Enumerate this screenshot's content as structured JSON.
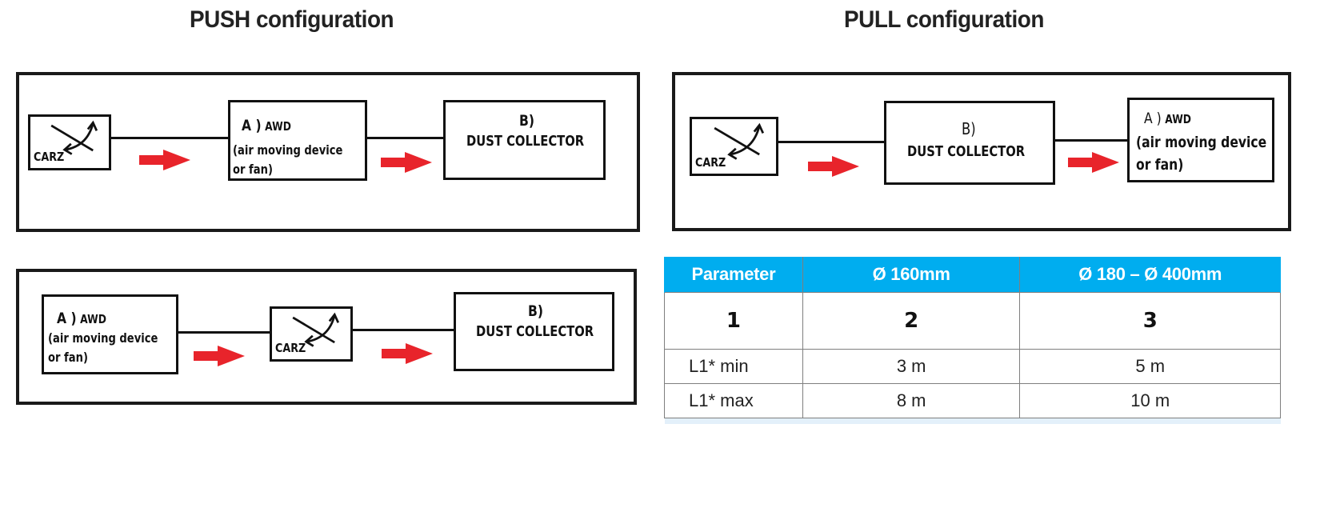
{
  "push": {
    "title": "PUSH configuration",
    "diagram1": {
      "carz": "CARZ",
      "awd": {
        "prefix": "A )",
        "name": "AWD",
        "line2": "(air moving device",
        "line3": "or fan)"
      },
      "dust": {
        "prefix": "B)",
        "name": "DUST COLLECTOR"
      }
    },
    "diagram2": {
      "awd": {
        "prefix": "A )",
        "name": "AWD",
        "line2": "(air moving device",
        "line3": "or fan)"
      },
      "carz": "CARZ",
      "dust": {
        "prefix": "B)",
        "name": "DUST COLLECTOR"
      }
    }
  },
  "pull": {
    "title": "PULL configuration",
    "diagram": {
      "carz": "CARZ",
      "dust": {
        "prefix": "B)",
        "name": "DUST COLLECTOR"
      },
      "awd": {
        "prefix": "A )",
        "name": "AWD",
        "line2": "(air moving device",
        "line3": "or fan)"
      }
    }
  },
  "table": {
    "headers": [
      "Parameter",
      "Ø 160mm",
      "Ø 180 – Ø 400mm"
    ],
    "number_row": [
      "1",
      "2",
      "3"
    ],
    "rows": [
      [
        "L1* min",
        "3 m",
        "5 m"
      ],
      [
        "L1* max",
        "8 m",
        "10 m"
      ]
    ]
  },
  "colors": {
    "header_bg": "#00adef",
    "flow_arrow": "#e8242b",
    "line": "#111111"
  }
}
